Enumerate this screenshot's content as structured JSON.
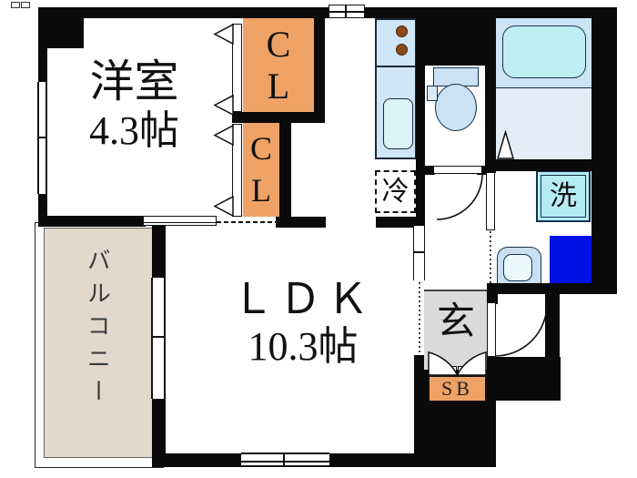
{
  "floorplan": {
    "western_room": {
      "name": "洋室",
      "size": "4.3帖"
    },
    "ldk": {
      "name": "ＬＤＫ",
      "size": "10.3帖"
    },
    "balcony": {
      "name": "バルコニー"
    },
    "entrance": {
      "label": "玄"
    },
    "shoe_box": {
      "label": "SB"
    },
    "refrigerator": {
      "label": "冷"
    },
    "washing_machine": {
      "label": "洗"
    },
    "closet_upper": {
      "line1": "C",
      "line2": "L"
    },
    "closet_lower": {
      "line1": "C",
      "line2": "L"
    },
    "colors": {
      "wall_black": "#0a0a0a",
      "closet_orange": "#efa265",
      "shoebox_orange": "#efa265",
      "balcony_beige": "#e2d8cb",
      "genkan_gray": "#dadada",
      "kitchen_blue": "#cfe6f7",
      "tub_cyan": "#bfeef2",
      "bath_floor_blue": "#e3edf8",
      "washer_cyan": "#b5ebf2",
      "deep_blue_square": "#0011e6",
      "burner_brown": "#8a4a1a",
      "fixture_outline": "#16324e"
    }
  }
}
